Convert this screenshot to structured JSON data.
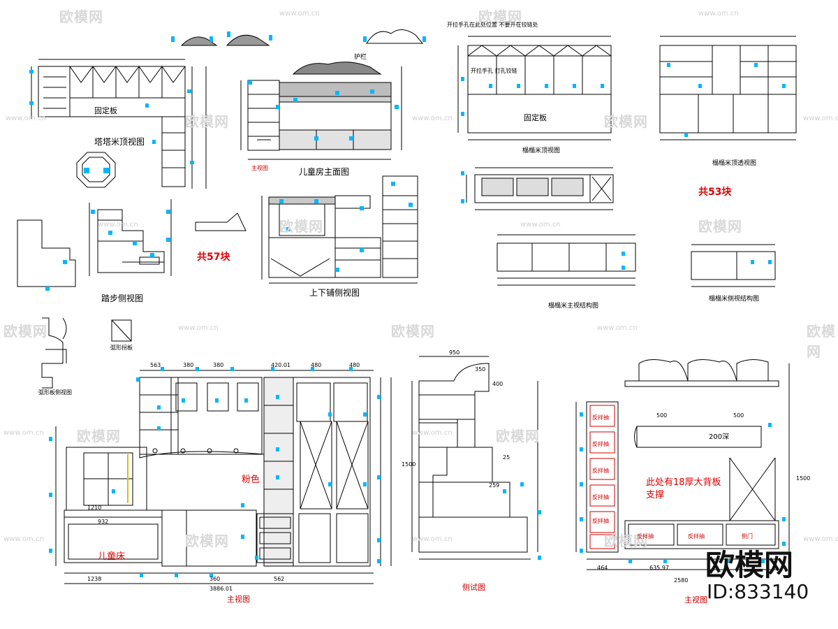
{
  "watermark": {
    "brand": "欧模网",
    "url": "www.om.cn"
  },
  "brand_mark": {
    "name": "欧模网",
    "id": "ID:833140"
  },
  "labels": {
    "tatami_top": "塔塔米顶视图",
    "fixed_board_1": "固定板",
    "kids_room_front": "儿童房主面图",
    "guard_rail": "护栏",
    "main_view_small": "主视图",
    "step_side": "踏步侧视图",
    "bunk_side": "上下铺侧视图",
    "arc_side": "弧形板侧视图",
    "arc_board": "弧形拐板",
    "tatami_open_note": "开拉手孔 打孔铰链",
    "fixed_board_2": "固定板",
    "tatami_top2": "榻榻米顶视图",
    "tatami_top_struct": "榻榻米顶透视图",
    "tatami_main_struct": "榻榻米主视结构图",
    "tatami_side_struct": "榻榻米侧视结构图",
    "main_view_1": "主视图",
    "side_view": "侧试图",
    "main_view_2": "主视图",
    "kids_bed": "儿童床",
    "pink": "粉色",
    "back_board_note": "此处有18厚大背板支撑",
    "flip_drawer": "反拌抽",
    "side_door": "侧门",
    "top_note": "开拉手孔在此处位置 不要开在铰链处"
  },
  "counts": {
    "left": "共57块",
    "right": "共53块"
  },
  "dims": {
    "top_row": [
      "563",
      "380",
      "380",
      "420.01",
      "480",
      "480"
    ],
    "d950": "950",
    "d350": "350",
    "d400": "400",
    "d1500": "1500",
    "d2580": "2580",
    "d3886": "3886.01",
    "d1210": "1210",
    "d932": "932",
    "d200": "200深",
    "d500": "500",
    "d25": "25",
    "d259": "259",
    "d1238": "1238",
    "d360": "360",
    "d562": "562",
    "d464": "464",
    "d635": "635.97"
  }
}
